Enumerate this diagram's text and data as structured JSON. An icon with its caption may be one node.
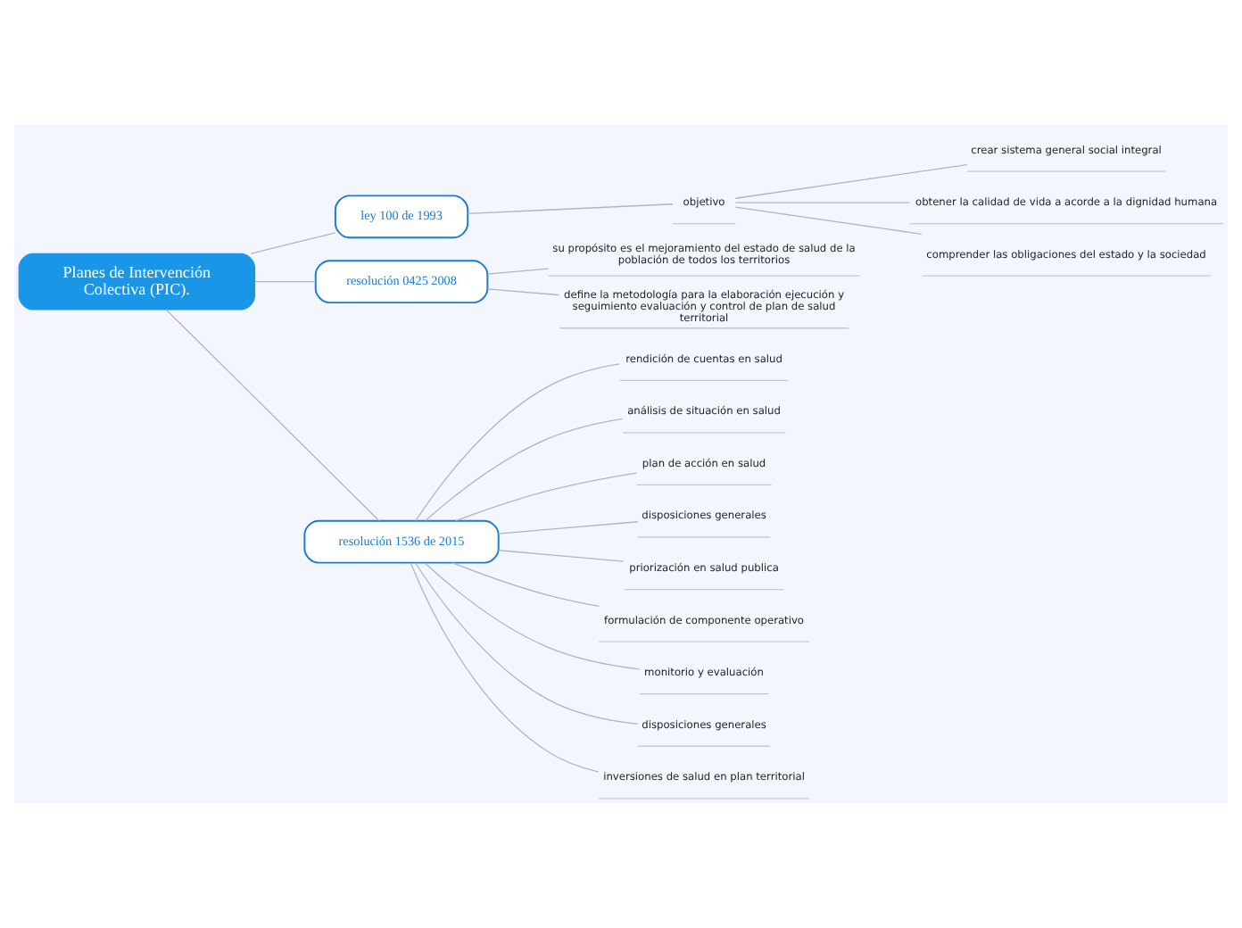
{
  "diagram": {
    "nodes": [
      {
        "text": [
          "Planes de Intervención Colectiva (PIC)."
        ]
      },
      {
        "text": [
          "ley 100 de 1993"
        ]
      },
      {
        "text": [
          "objetivo"
        ]
      },
      {
        "text": [
          "crear sistema general social integral"
        ]
      },
      {
        "text": [
          "obtener la calidad de vida a acorde a la dignidad humana"
        ]
      },
      {
        "text": [
          "comprender las obligaciones del estado y la sociedad"
        ]
      },
      {
        "text": [
          "resolución 0425 2008"
        ]
      },
      {
        "text": [
          "su propósito es el mejoramiento del estado de salud de la población de todos los territorios"
        ]
      },
      {
        "text": [
          "define la metodología para la elaboración ejecución y seguimiento evaluación y control de plan de salud territorial"
        ]
      },
      {
        "text": [
          "resolución 1536 de 2015"
        ]
      },
      {
        "text": [
          "rendición de cuentas en salud"
        ]
      },
      {
        "text": [
          "análisis de situación en salud"
        ]
      },
      {
        "text": [
          "plan de acción en salud"
        ]
      },
      {
        "text": [
          "disposiciones generales"
        ]
      },
      {
        "text": [
          "priorización en salud publica"
        ]
      },
      {
        "text": [
          "formulación de componente operativo"
        ]
      },
      {
        "text": [
          "monitorio y evaluación"
        ]
      },
      {
        "text": [
          "disposiciones generales"
        ]
      },
      {
        "text": [
          "inversiones de salud en plan territorial"
        ]
      }
    ],
    "edges": [
      {
        "from": 0,
        "to": 1,
        "arrow": "none"
      },
      {
        "from": 1,
        "to": 2,
        "arrow": "none"
      },
      {
        "from": 2,
        "to": 3,
        "arrow": "none"
      },
      {
        "from": 2,
        "to": 4,
        "arrow": "none"
      },
      {
        "from": 2,
        "to": 5,
        "arrow": "none"
      },
      {
        "from": 0,
        "to": 6,
        "arrow": "none"
      },
      {
        "from": 6,
        "to": 7,
        "arrow": "none"
      },
      {
        "from": 6,
        "to": 8,
        "arrow": "none"
      },
      {
        "from": 0,
        "to": 9,
        "arrow": "none"
      },
      {
        "from": 9,
        "to": 10,
        "arrow": "none"
      },
      {
        "from": 9,
        "to": 11,
        "arrow": "none"
      },
      {
        "from": 9,
        "to": 12,
        "arrow": "none"
      },
      {
        "from": 9,
        "to": 13,
        "arrow": "none"
      },
      {
        "from": 9,
        "to": 14,
        "arrow": "none"
      },
      {
        "from": 9,
        "to": 15,
        "arrow": "none"
      },
      {
        "from": 9,
        "to": 16,
        "arrow": "none"
      },
      {
        "from": 9,
        "to": 17,
        "arrow": "none"
      },
      {
        "from": 9,
        "to": 18,
        "arrow": "none"
      }
    ]
  }
}
